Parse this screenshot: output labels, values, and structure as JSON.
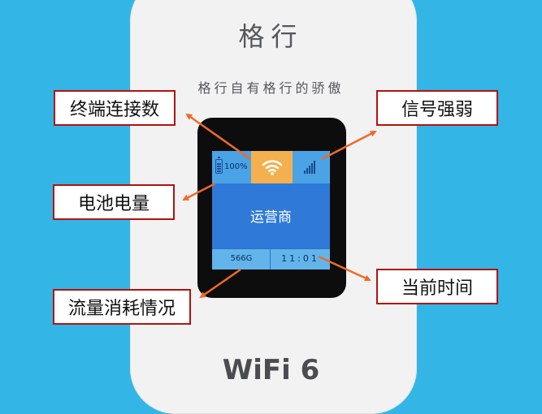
{
  "device": {
    "brand": "格行",
    "slogan": "格行自有格行的骄傲",
    "model": "WiFi 6"
  },
  "display": {
    "battery_percent_text": "100%",
    "battery_level": 1.0,
    "wifi_icon": "wifi-icon",
    "signal_icon": "signal-bars-icon",
    "signal_level_bars": 5,
    "operator": "运营商",
    "data_usage": "566G",
    "time": "11:01"
  },
  "labels": {
    "terminals": "终端连接数",
    "signal": "信号强弱",
    "battery": "电池电量",
    "data": "流量消耗情况",
    "time": "当前时间"
  },
  "colors": {
    "background": "#33b6e6",
    "label_border": "#b3120f",
    "arrow": "#f06a2a",
    "wifi_cell": "#f4b04e",
    "operator_cell": "#2f7ad8",
    "status_cell": "#4aa3e4"
  }
}
